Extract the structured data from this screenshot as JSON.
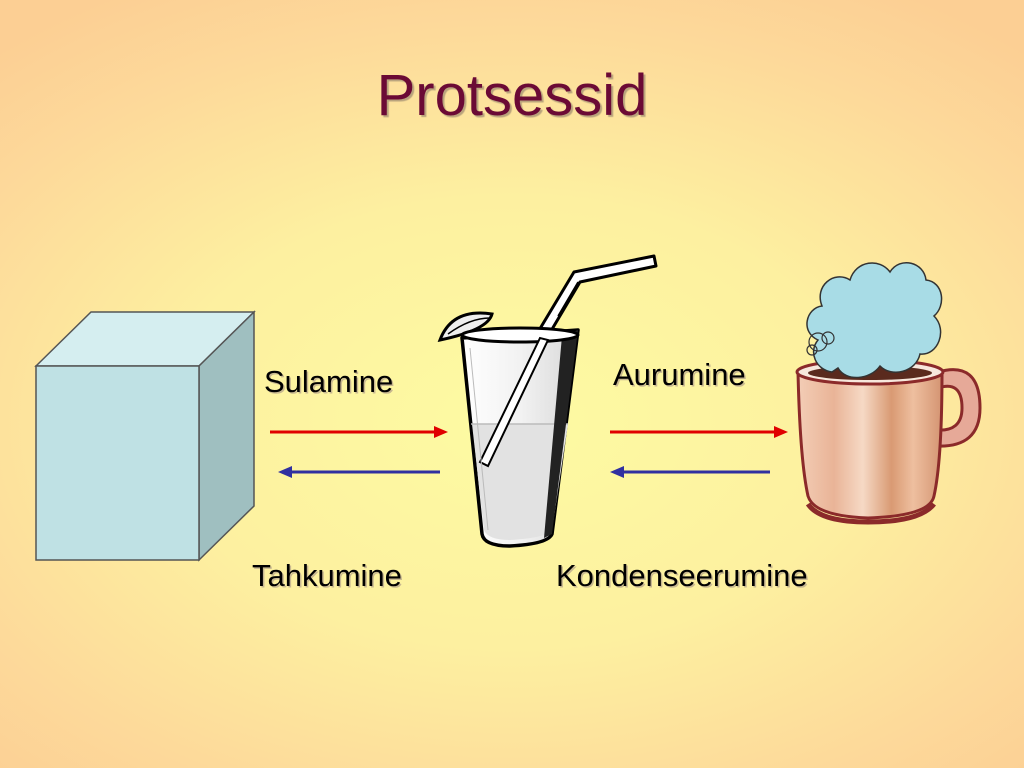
{
  "title": "Protsessid",
  "labels": {
    "melting": "Sulamine",
    "evaporation": "Aurumine",
    "solidification": "Tahkumine",
    "condensation": "Kondenseerumine"
  },
  "colors": {
    "title": "#6b0a35",
    "forward_arrow": "#e00000",
    "backward_arrow": "#3030a0",
    "ice_cube": "#bfe1e4",
    "steam_cloud": "#a8dce6",
    "mug": "#e8b79a"
  },
  "icons": [
    "ice-cube-icon",
    "water-glass-icon",
    "steaming-mug-icon",
    "steam-cloud-icon"
  ]
}
